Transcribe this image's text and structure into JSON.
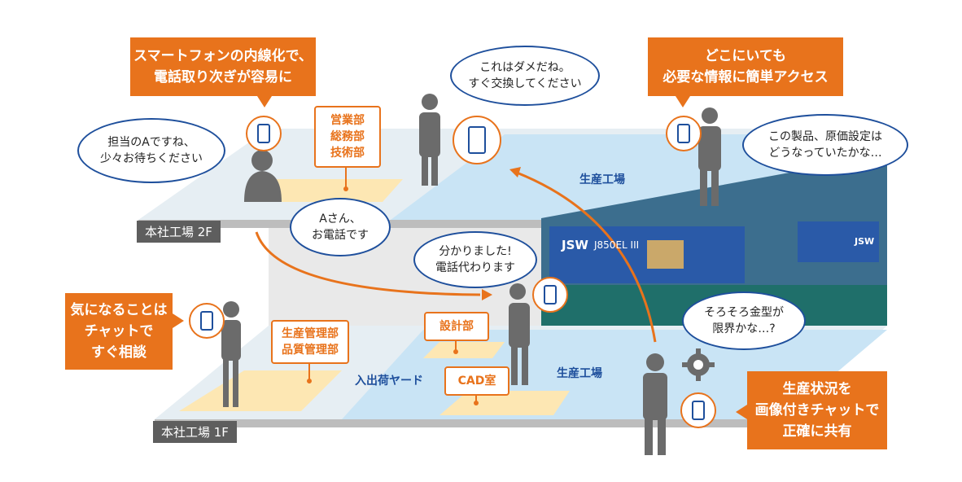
{
  "callouts": {
    "top_left": "スマートフォンの内線化で、\n電話取り次ぎが容易に",
    "top_right": "どこにいても\n必要な情報に簡単アクセス",
    "left": "気になることは\nチャットで\nすぐ相談",
    "bottom_right": "生産状況を\n画像付きチャットで\n正確に共有"
  },
  "bubbles": {
    "receptionist": "担当のAですね、\n少々お待ちください",
    "boss": "これはダメだね。\nすぐ交換してください",
    "manager": "この製品、原価設定は\nどうなっていたかな…",
    "call_a": "Aさん、\nお電話です",
    "worker_reply": "分かりました!\n電話代わります",
    "mold": "そろそろ金型が\n限界かな…?"
  },
  "departments": {
    "office_2f": "営業部\n総務部\n技術部",
    "production_mgmt": "生産管理部\n品質管理部",
    "design": "設計部",
    "cad": "CAD室"
  },
  "areas": {
    "factory_2f": "生産工場",
    "factory_1f": "生産工場",
    "yard": "入出荷ヤード"
  },
  "floors": {
    "f2": "本社工場 2F",
    "f1": "本社工場 1F"
  },
  "machine": {
    "brand": "JSW",
    "model": "J850EL III",
    "brand_right": "JSW"
  },
  "colors": {
    "accent": "#e8731c",
    "bubble_border": "#1e4f9c",
    "floor_blue": "#c9e4f5",
    "floor_yellow": "#fde7b3",
    "silhouette": "#6b6b6b"
  }
}
